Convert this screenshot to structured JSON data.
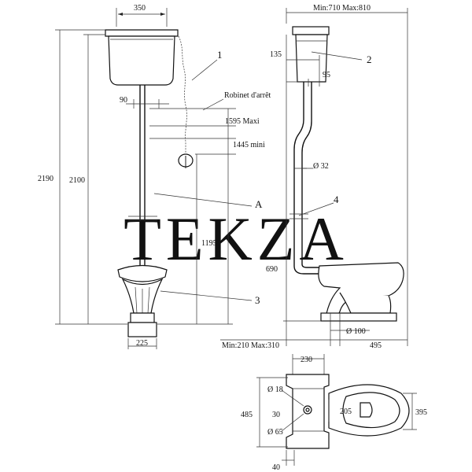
{
  "watermark": "TEKZA",
  "callouts": {
    "c1": "1",
    "c2": "2",
    "c3": "3",
    "c4": "4",
    "cA": "A"
  },
  "labels": {
    "valve": "Robinet d'arrêt"
  },
  "dimensions": {
    "tank_width": "350",
    "top_range": "Min:710  Max:810",
    "d135": "135",
    "d95": "95",
    "d90": "90",
    "max_1595": "1595 Maxi",
    "min_1445": "1445 mini",
    "h2190": "2190",
    "h2100": "2100",
    "h1195": "1195",
    "pipe_32": "Ø 32",
    "h690": "690",
    "base_225": "225",
    "pipe_100": "Ø 100",
    "bottom_range": "Min:210  Max:310",
    "d495": "495",
    "d230": "230",
    "hole_18": "Ø 18",
    "d30": "30",
    "hole_65": "Ø 65",
    "w485": "485",
    "d205": "205",
    "w395": "395",
    "d40": "40"
  }
}
